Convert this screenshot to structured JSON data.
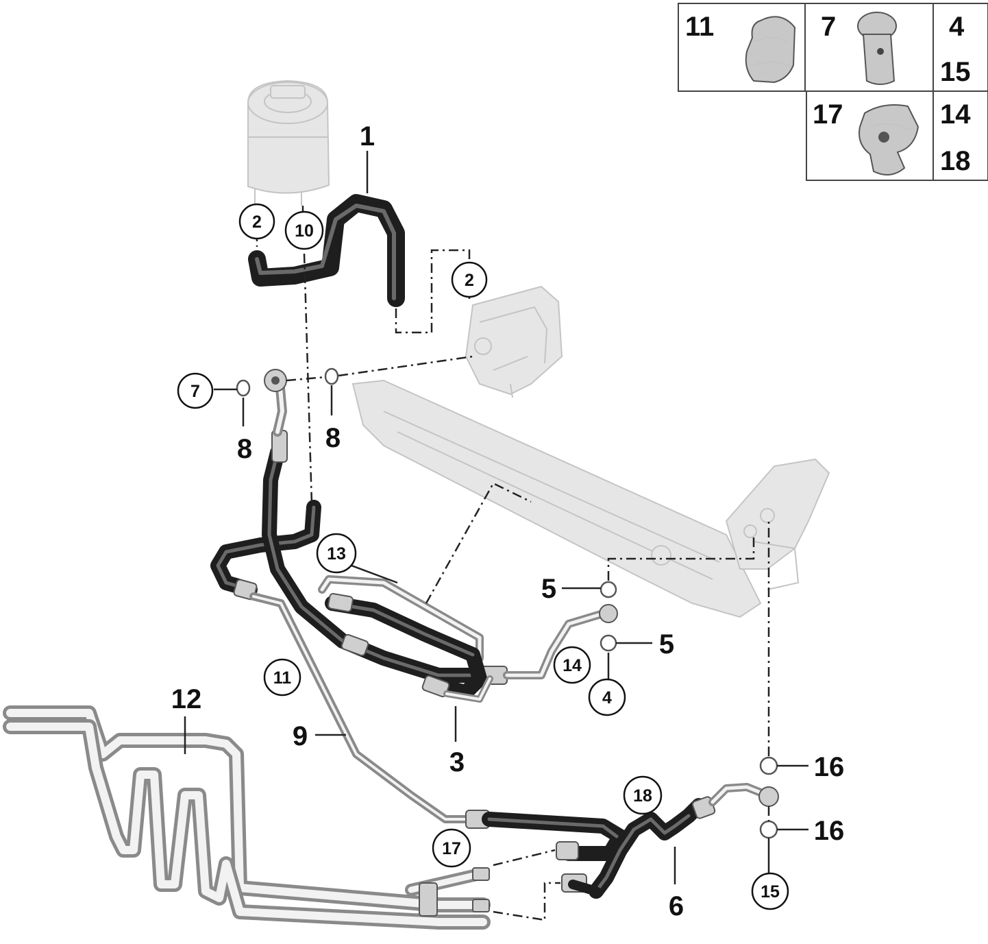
{
  "callouts": {
    "c1": "1",
    "c2a": "2",
    "c2b": "2",
    "c10": "10",
    "c7": "7",
    "c8a": "8",
    "c8b": "8",
    "c13": "13",
    "c5a": "5",
    "c5b": "5",
    "c14": "14",
    "c4": "4",
    "c11": "11",
    "c12": "12",
    "c9": "9",
    "c3": "3",
    "c18": "18",
    "c17": "17",
    "c16a": "16",
    "c16b": "16",
    "c15": "15",
    "c6": "6"
  },
  "inset": {
    "cell_a": "11",
    "cell_b": "7",
    "cell_c_top": "4",
    "cell_c_bottom": "15",
    "cell_d": "17",
    "cell_e_top": "14",
    "cell_e_bottom": "18"
  },
  "colors": {
    "hose": "#1e1e1e",
    "ghost_part": "#e6e6e6",
    "metal_pipe": "#8a8a8a"
  },
  "icons": [
    "reservoir-icon",
    "pump-icon",
    "steering-rack-icon",
    "cooler-icon",
    "clip-icon",
    "banjo-bolt-icon",
    "hose-clamp-icon"
  ]
}
